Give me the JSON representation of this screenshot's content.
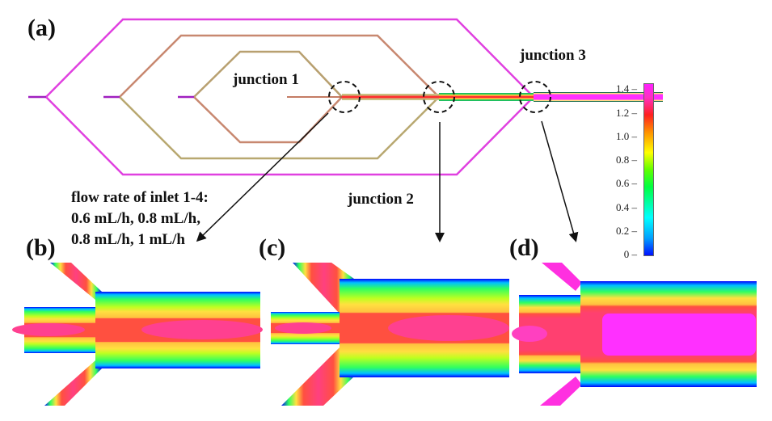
{
  "panels": {
    "a": "(a)",
    "b": "(b)",
    "c": "(c)",
    "d": "(d)"
  },
  "junctions": [
    "junction 1",
    "junction 2",
    "junction 3"
  ],
  "flow_text": {
    "line1": "flow rate of inlet 1-4:",
    "line2": "0.6 mL/h, 0.8 mL/h,",
    "line3": "0.8 mL/h, 1 mL/h"
  },
  "inlet_flow_rates_mL_per_h": [
    0.6,
    0.8,
    0.8,
    1
  ],
  "colorbar": {
    "ticks": [
      "0",
      "0.2",
      "0.4",
      "0.6",
      "0.8",
      "1.0",
      "1.2",
      "1.4"
    ],
    "min": 0,
    "max": 1.45,
    "colors": [
      "#0010ff",
      "#00a0ff",
      "#00ffff",
      "#00ff40",
      "#40ff00",
      "#ffff00",
      "#ff8000",
      "#ff2020",
      "#ff20ff"
    ]
  },
  "colors": {
    "outer_channel": "#e040e0",
    "middle_channel": "#c88870",
    "inner_channel": "#b8a070",
    "max": "#ff30ff",
    "high": "#ff5040",
    "mid": "#ffd040",
    "low": "#30ff30",
    "edge": "#0000ff"
  }
}
